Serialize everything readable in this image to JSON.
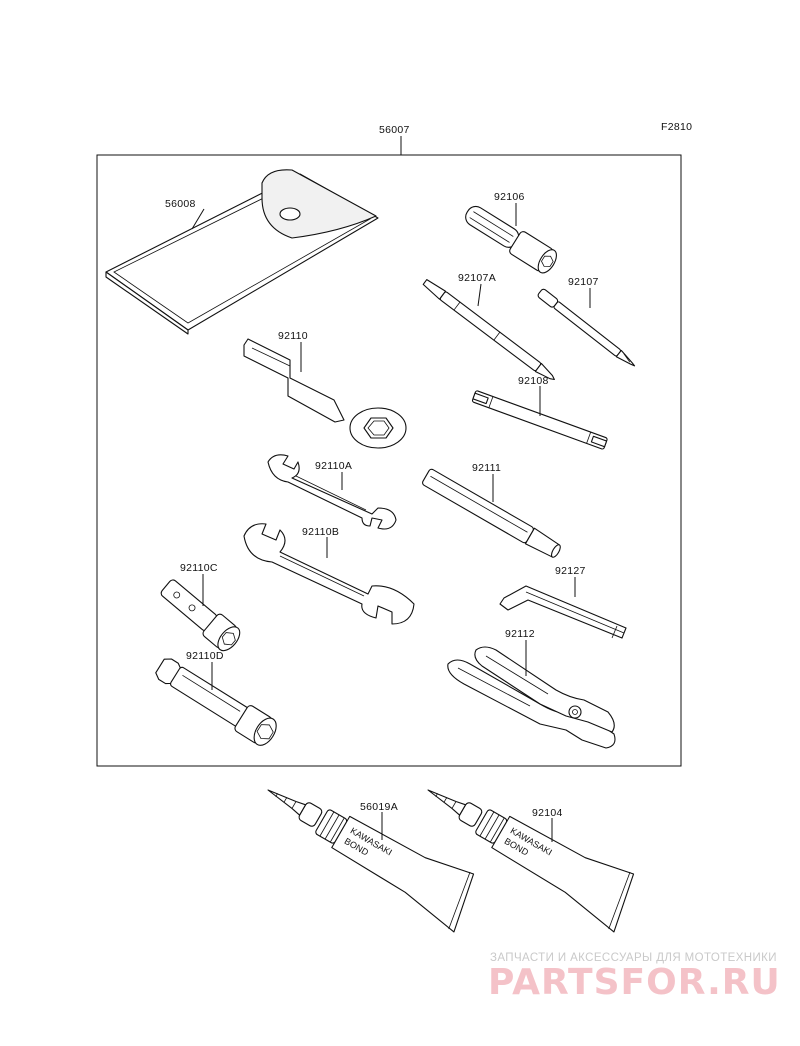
{
  "figure_code": "F2810",
  "parts": [
    {
      "id": "kit",
      "number": "56007"
    },
    {
      "id": "pouch",
      "number": "56008"
    },
    {
      "id": "bit_holder",
      "number": "92106"
    },
    {
      "id": "screwdriver_bit_a",
      "number": "92107A"
    },
    {
      "id": "screwdriver_bit",
      "number": "92107"
    },
    {
      "id": "ring_wrench",
      "number": "92110"
    },
    {
      "id": "spoke_wrench",
      "number": "92108"
    },
    {
      "id": "wrench_a",
      "number": "92110A"
    },
    {
      "id": "handle_bar",
      "number": "92111"
    },
    {
      "id": "wrench_b",
      "number": "92110B"
    },
    {
      "id": "hex_key",
      "number": "92127"
    },
    {
      "id": "socket_c",
      "number": "92110C"
    },
    {
      "id": "pliers",
      "number": "92112"
    },
    {
      "id": "plug_wrench_d",
      "number": "92110D"
    },
    {
      "id": "bond_tube_a",
      "number": "56019A"
    },
    {
      "id": "bond_tube",
      "number": "92104"
    }
  ],
  "tube_label": {
    "line1": "KAWASAKI",
    "line2": "BOND"
  },
  "watermark": {
    "tagline": "ЗАПЧАСТИ И АКСЕССУАРЫ ДЛЯ МОТОТЕХНИКИ",
    "logo": "PARTSFOR.RU"
  },
  "colors": {
    "line": "#111111",
    "watermark_logo": "#f4c2c8",
    "watermark_text": "#c9c9c9"
  }
}
